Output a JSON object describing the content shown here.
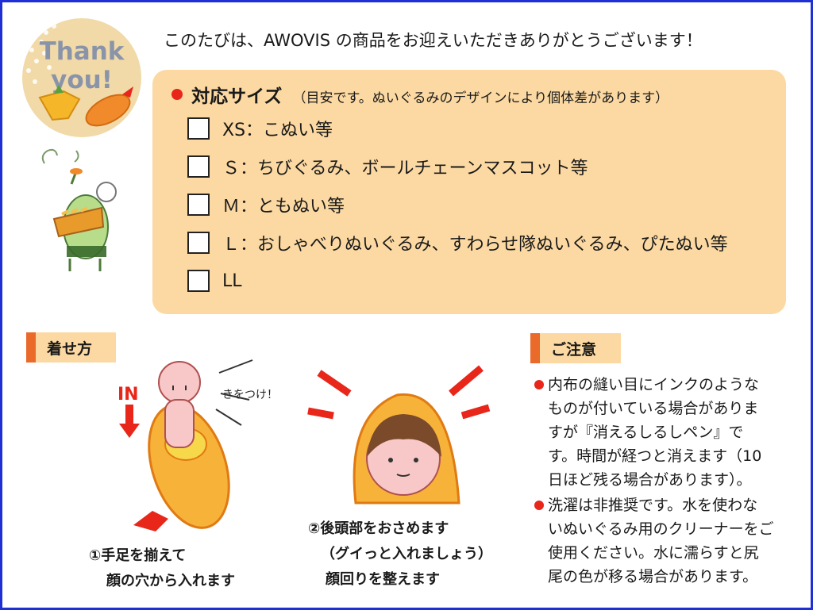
{
  "badge": {
    "line1": "Thank",
    "line2": "you!"
  },
  "headline": "このたびは、AWOVIS の商品をお迎えいただきありがとうございます！",
  "size_panel": {
    "title": "対応サイズ",
    "note": "（目安です。ぬいぐるみのデザインにより個体差があります）",
    "rows": [
      {
        "label": "XS：こぬい等"
      },
      {
        "label": "Ｓ：ちびぐるみ、ボールチェーンマスコット等"
      },
      {
        "label": "Ｍ：ともぬい等"
      },
      {
        "label": "Ｌ：おしゃべりぬいぐるみ、すわらせ隊ぬいぐるみ、ぴたぬい等"
      },
      {
        "label": "LL"
      }
    ]
  },
  "how_to": {
    "title": "着せ方",
    "in_label": "IN",
    "careful_label": "きをつけ！",
    "step1": {
      "line1": "①手足を揃えて",
      "line2": "顔の穴から入れます"
    },
    "step2": {
      "line1": "②後頭部をおさめます",
      "line2": "（グイっと入れましょう）",
      "line3": "顔回りを整えます"
    }
  },
  "caution": {
    "title": "ご注意",
    "items": [
      {
        "lines": [
          "内布の縫い目にインクのような",
          "ものが付いている場合がありま",
          "すが『消えるしるしペン』で",
          "す。時間が経つと消えます（10",
          "日ほど残る場合があります）。"
        ]
      },
      {
        "lines": [
          "洗濯は非推奨です。水を使わな",
          "いぬいぐるみ用のクリーナーをご",
          "使用ください。水に濡らすと尻",
          "尾の色が移る場合があります。"
        ]
      }
    ]
  },
  "colors": {
    "border": "#1f2fd6",
    "panel": "#fcd9a2",
    "accent_bar": "#ea6a2a",
    "dot": "#e8261a"
  }
}
